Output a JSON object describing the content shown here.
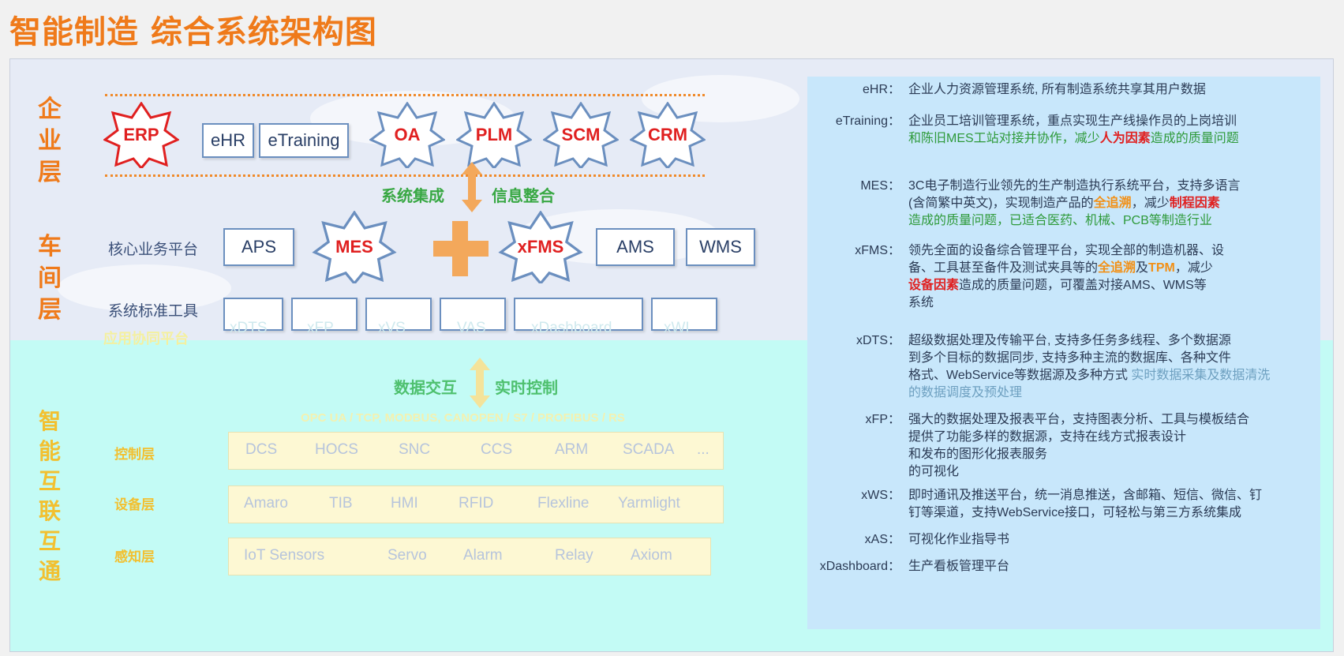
{
  "title": "智能制造 综合系统架构图",
  "layers": {
    "enterprise": "企业层",
    "workshop": "车间层",
    "interconnect": "智能互联互通"
  },
  "enterprise_systems": [
    "ERP",
    "eHR",
    "eTraining",
    "OA",
    "PLM",
    "SCM",
    "CRM"
  ],
  "enterprise_connector": {
    "left": "系统集成",
    "right": "信息整合"
  },
  "workshop_row1": {
    "label": "核心业务平台",
    "items": [
      "APS",
      "MES",
      "+",
      "xFMS",
      "AMS",
      "WMS"
    ]
  },
  "workshop_row2": {
    "label": "系统标准工具",
    "items": [
      "xDTS",
      "xFP",
      "xVS",
      "VAS",
      "xDashboard",
      "xWI"
    ]
  },
  "workshop_row3_label": "应用协同平台",
  "interconnect_connector": {
    "left": "数据交互",
    "right": "实时控制"
  },
  "protocols": "OPC UA / TCP, MODBUS, CANOPEN / S7 / PROFIBUS / RS",
  "control": {
    "label": "控制层",
    "items": [
      "DCS",
      "HOCS",
      "SNC",
      "CCS",
      "ARM",
      "SCADA",
      "..."
    ]
  },
  "equipment": {
    "label": "设备层",
    "items": [
      "Amaro",
      "TIB",
      "HMI",
      "RFID",
      "Flexline",
      "Yarmlight"
    ]
  },
  "sensor": {
    "label": "感知层",
    "items": [
      "IoT Sensors",
      "Servo",
      "Alarm",
      "Relay",
      "Axiom"
    ]
  },
  "descriptions": [
    {
      "key": "eHR：",
      "text": "企业人力资源管理系统, 所有制造系统共享其用户数据"
    },
    {
      "key": "eTraining：",
      "text": "企业员工培训管理系统，重点实现生产线操作员的上岗培训",
      "text2": "和陈旧MES工站对接并协作，减少",
      "hl1": "人为因素",
      "text3": "造成的质量问题"
    },
    {
      "key": "MES：",
      "text": "3C电子制造行业领先的生产制造执行系统平台，支持多语言",
      "text2": "(含简繁中英文)，实现制造产品的",
      "hl1": "全追溯",
      "text3": "，减少",
      "hl2": "制程因素",
      "text4": "造成的质量问题，已适合医药、机械、PCB等制造行业"
    },
    {
      "key": "xFMS：",
      "text": "领先全面的设备综合管理平台，实现全部的制造机器、设",
      "text2": "备、工具甚至备件及测试夹具等的",
      "hl1": "全追溯",
      "text3": "及",
      "hl2": "TPM",
      "text4": "，减少",
      "hl3": "设备因素",
      "text5": "造成的质量问题，可覆盖对接AMS、WMS等",
      "text6": "系统"
    },
    {
      "key": "xDTS：",
      "text": "超级数据处理及传输平台, 支持多任务多线程、多个数据源",
      "text2": "到多个目标的数据同步, 支持多种主流的数据库、各种文件",
      "text3": "格式、WebService等数据源及多种方式",
      "text4": "实时数据采集及数据清洗",
      "text5": "的数据调度及预处理"
    },
    {
      "key": "xFP：",
      "text": "强大的数据处理及报表平台，支持图表分析、工具与模板结合",
      "text2": "提供了功能多样的数据源，支持在线方式报表设计",
      "text3": "和发布的图形化报表服务",
      "text4": "的可视化"
    },
    {
      "key": "xWS：",
      "text": "即时通讯及推送平台，统一消息推送，含邮箱、短信、微信、钉",
      "text2": "钉等渠道，支持WebService接口，可轻松与第三方系统集成"
    },
    {
      "key": "xAS：",
      "text": "可视化作业指导书"
    },
    {
      "key": "xDashboard：",
      "text": "生产看板管理平台"
    }
  ]
}
